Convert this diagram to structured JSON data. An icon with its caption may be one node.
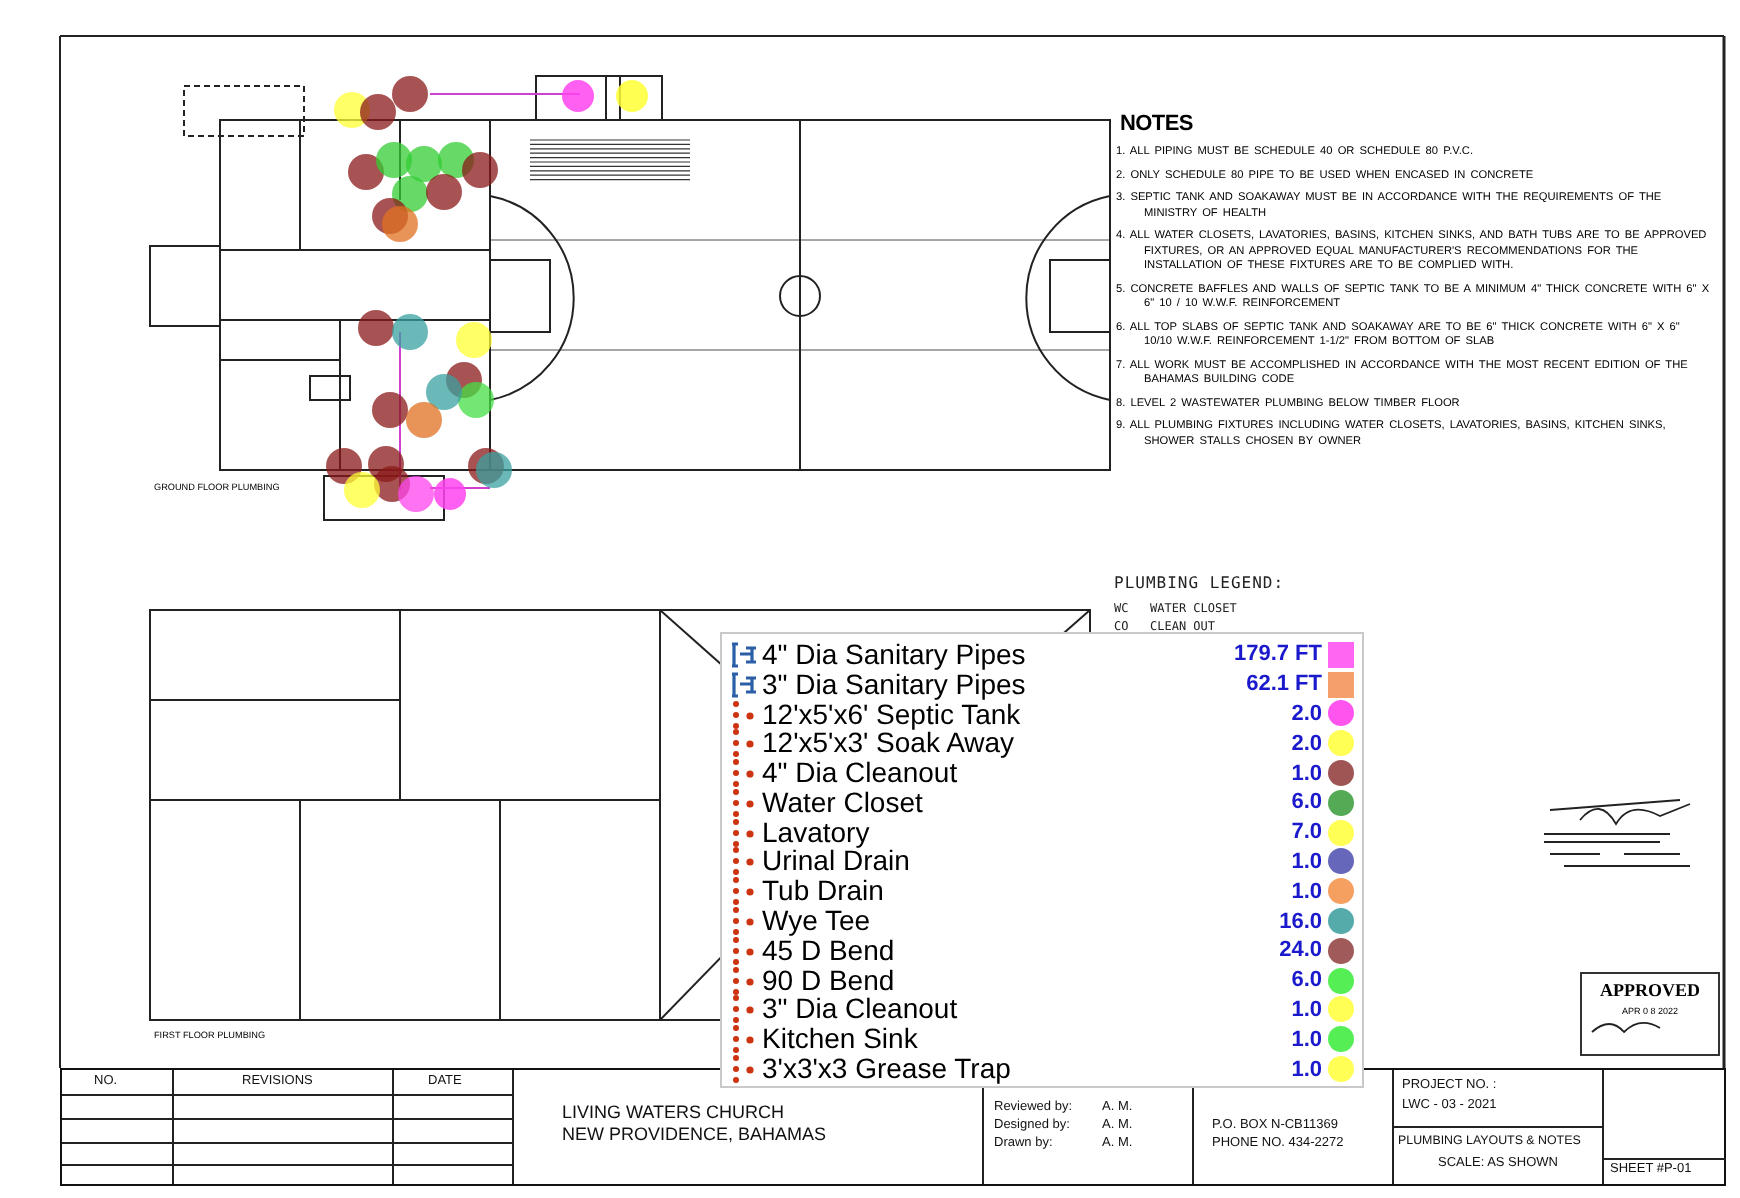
{
  "diagram": {
    "labels": [
      "NOTES",
      "1. ALL PIPING MUST BE SCHEDULE 40 OR SCHEDULE 80 P.V.C.",
      "2. ONLY SCHEDULE 80 PIPE TO BE USED WHEN ENCASED IN CONCRETE",
      "3. SEPTIC TANK AND SOAKAWAY MUST BE IN ACCORDANCE WITH THE REQUIREMENTS OF THE MINISTRY OF HEALTH",
      "4. ALL WATER CLOSETS, LAVATORIES, BASINS, KITCHEN SINKS, AND BATH TUBS ARE TO BE APPROVED FIXTURES, OR AN APPROVED EQUAL MANUFACTURER'S RECOMMENDATIONS FOR THE INSTALLATION OF THESE FIXTURES ARE TO BE COMPLIED WITH.",
      "5. CONCRETE BAFFLES AND WALLS OF SEPTIC TANK TO BE A MINIMUM 4\" THICK CONCRETE WITH 6\" X 6\" 10 / 10 W.W.F. REINFORCEMENT",
      "6. ALL TOP SLABS OF SEPTIC TANK AND SOAKAWAY ARE TO BE 6\" THICK CONCRETE WITH 6\" X 6\" 10/10 W.W.F. REINFORCEMENT 1-1/2\" FROM BOTTOM OF SLAB",
      "7. ALL WORK MUST BE ACCOMPLISHED IN ACCORDANCE WITH THE MOST RECENT EDITION OF THE BAHAMAS BUILDING CODE",
      "8. LEVEL 2 WASTEWATER PLUMBING BELOW TIMBER FLOOR",
      "9. ALL PLUMBING FIXTURES INCLUDING WATER CLOSETS, LAVATORIES, BASINS, KITCHEN SINKS, SHOWER STALLS CHOSEN BY OWNER",
      "PLUMBING LEGEND:",
      "WC",
      "WATER CLOSET",
      "CO",
      "CLEAN OUT",
      "179.7 FT",
      "62.1 FT",
      "2.0",
      "2.0",
      "1.0",
      "6.0",
      "7.0",
      "1.0",
      "1.0",
      "16.0",
      "24.0",
      "6.0",
      "1.0",
      "1.0",
      "1.0",
      "GROUND FLOOR PLUMBING",
      "FIRST FLOOR PLUMBING",
      "APPROVED",
      "APR 0 8 2022",
      "NO.",
      "REVISIONS",
      "DATE",
      "LIVING WATERS CHURCH",
      "NEW PROVIDENCE, BAHAMAS",
      "Reviewed by:",
      "A. M.",
      "Designed by:",
      "A. M.",
      "Drawn by:",
      "A. M.",
      "P.O. BOX N-CB11369",
      "PHONE NO. 434-2272",
      "PROJECT NO. :",
      "LWC - 03 - 2021",
      "PLUMBING LAYOUTS & NOTES",
      "SCALE: AS SHOWN",
      "SHEET #P-01"
    ],
    "legend": [
      {
        "text": "4\" Dia Sanitary Pipes",
        "color": "#ff66f2"
      },
      {
        "text": "3\" Dia Sanitary Pipes",
        "color": "#f5a06a"
      },
      {
        "text": "12'x5'x6' Septic Tank",
        "color": "#ff55ee"
      },
      {
        "text": "12'x5'x3' Soak Away",
        "color": "#ffff55"
      },
      {
        "text": "4\" Dia Cleanout",
        "color": "#a05555"
      },
      {
        "text": "Water Closet",
        "color": "#55aa55"
      },
      {
        "text": "Lavatory",
        "color": "#ffff55"
      },
      {
        "text": "Urinal Drain",
        "color": "#6666bb"
      },
      {
        "text": "Tub Drain",
        "color": "#f5a060"
      },
      {
        "text": "Wye Tee",
        "color": "#55aaaa"
      },
      {
        "text": "45 D Bend",
        "color": "#a05a5a"
      },
      {
        "text": "90 D Bend",
        "color": "#55ee55"
      },
      {
        "text": "3\" Dia Cleanout",
        "color": "#ffff55"
      },
      {
        "text": "Kitchen Sink",
        "color": "#55ee55"
      },
      {
        "text": "3'x3'x3 Grease Trap",
        "color": "#ffff55"
      }
    ]
  }
}
